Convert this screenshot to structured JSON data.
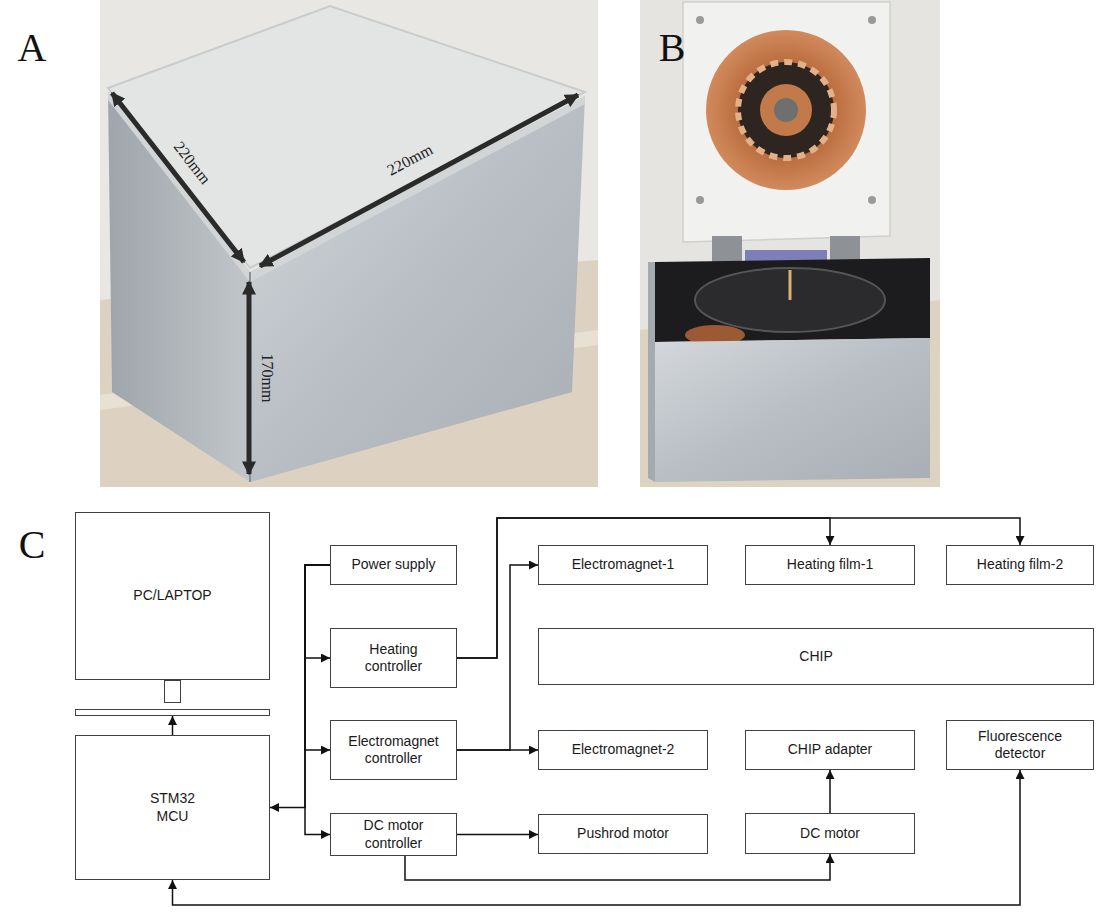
{
  "diagram": {
    "nodes": [
      {
        "text": [
          "PC/LAPTOP"
        ]
      },
      {
        "text": [
          "Power supply"
        ]
      },
      {
        "text": [
          "Electromagnet-1"
        ]
      },
      {
        "text": [
          "Heating film-1"
        ]
      },
      {
        "text": [
          "Heating film-2"
        ]
      },
      {
        "text": [
          "Heating controller"
        ]
      },
      {
        "text": [
          "CHIP"
        ]
      },
      {
        "text": [
          "Electromagnet controller"
        ]
      },
      {
        "text": [
          "Electromagnet-2"
        ]
      },
      {
        "text": [
          "CHIP adapter"
        ]
      },
      {
        "text": [
          "Fluorescence detector"
        ]
      },
      {
        "text": [
          "STM32 MCU"
        ]
      },
      {
        "text": [
          "DC motor controller"
        ]
      },
      {
        "text": [
          "Pushrod motor"
        ]
      },
      {
        "text": [
          "DC motor"
        ]
      }
    ],
    "edges": [
      {
        "from": 11,
        "to": 0,
        "arrow": "to"
      },
      {
        "from": 1,
        "to": 11,
        "arrow": "to"
      },
      {
        "from": 1,
        "to": 5,
        "arrow": "to"
      },
      {
        "from": 1,
        "to": 7,
        "arrow": "to"
      },
      {
        "from": 1,
        "to": 12,
        "arrow": "to"
      },
      {
        "from": 5,
        "to": 3,
        "arrow": "to"
      },
      {
        "from": 5,
        "to": 4,
        "arrow": "to"
      },
      {
        "from": 7,
        "to": 2,
        "arrow": "to"
      },
      {
        "from": 7,
        "to": 8,
        "arrow": "to"
      },
      {
        "from": 12,
        "to": 13,
        "arrow": "to"
      },
      {
        "from": 12,
        "to": 14,
        "arrow": "to"
      },
      {
        "from": 14,
        "to": 9,
        "arrow": "to"
      },
      {
        "from": 10,
        "to": 11,
        "arrow": "both"
      }
    ],
    "labels": [
      "A",
      "220mm",
      "220mm",
      "170mm",
      "B",
      "C"
    ]
  }
}
